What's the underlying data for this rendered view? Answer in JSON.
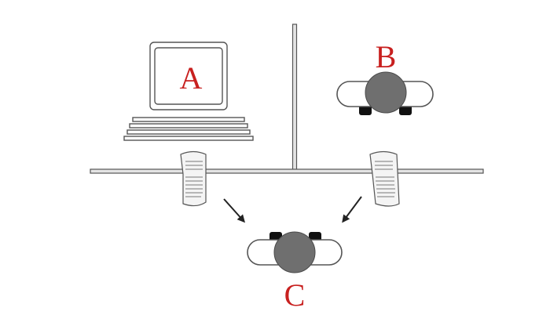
{
  "labels": {
    "a": "A",
    "b": "B",
    "c": "C"
  },
  "colors": {
    "label": "#c8201f",
    "line": "#3a3a3a",
    "outline": "#555555",
    "wall_fill": "#e4e4e4",
    "head": "#6f6f6f",
    "shoe": "#111111",
    "paper": "#f4f4f4",
    "arrow": "#222222",
    "screen": "#ffffff"
  },
  "icons": {
    "computer": "computer-icon",
    "person_b": "person-topview-icon",
    "person_c": "person-topview-icon",
    "document_left": "document-icon",
    "document_right": "document-icon",
    "arrow_left": "arrow-down-right-icon",
    "arrow_right": "arrow-down-left-icon"
  }
}
